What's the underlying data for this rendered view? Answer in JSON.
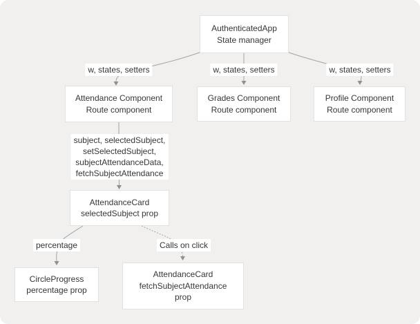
{
  "canvas": {
    "background": "#f1f0ee",
    "node_fill": "#ffffff",
    "node_border": "#e2e1df",
    "edge_color": "#a3a3a3",
    "arrow_color": "#8f8f8f",
    "text_color": "#363636"
  },
  "nodes": [
    {
      "id": "authenticated-app",
      "lines": [
        "AuthenticatedApp",
        "State manager"
      ]
    },
    {
      "id": "attendance-component",
      "lines": [
        "Attendance Component",
        "Route component"
      ]
    },
    {
      "id": "grades-component",
      "lines": [
        "Grades Component",
        "Route component"
      ]
    },
    {
      "id": "profile-component",
      "lines": [
        "Profile Component",
        "Route component"
      ]
    },
    {
      "id": "attendance-card",
      "lines": [
        "AttendanceCard",
        "selectedSubject prop"
      ]
    },
    {
      "id": "circle-progress",
      "lines": [
        "CircleProgress",
        "percentage prop"
      ]
    },
    {
      "id": "attendance-card-fetch",
      "lines": [
        "AttendanceCard",
        "fetchSubjectAttendance",
        "prop"
      ]
    }
  ],
  "edge_labels": [
    {
      "id": "app-to-attendance",
      "lines": [
        "w, states, setters"
      ]
    },
    {
      "id": "app-to-grades",
      "lines": [
        "w, states, setters"
      ]
    },
    {
      "id": "app-to-profile",
      "lines": [
        "w, states, setters"
      ]
    },
    {
      "id": "attendance-to-card",
      "lines": [
        "subject, selectedSubject,",
        "setSelectedSubject,",
        "subjectAttendanceData,",
        "fetchSubjectAttendance"
      ]
    },
    {
      "id": "card-to-circle",
      "lines": [
        "percentage"
      ]
    },
    {
      "id": "card-to-fetch",
      "lines": [
        "Calls on click"
      ]
    }
  ]
}
